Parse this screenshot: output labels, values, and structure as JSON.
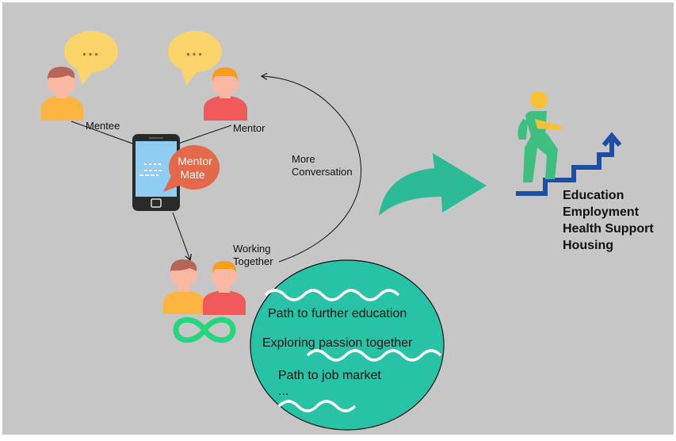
{
  "labels": {
    "mentee": "Mentee",
    "mentor": "Mentor",
    "app_line1": "Mentor",
    "app_line2": "Mate",
    "more_conv_line1": "More",
    "more_conv_line2": "Conversation",
    "working_line1": "Working",
    "working_line2": "Together"
  },
  "bubble_dots": "...",
  "paths": {
    "item1": "Path to further education",
    "item2": "Exploring passion together",
    "item3": "Path to job market",
    "more": "..."
  },
  "outcomes": [
    "Education",
    "Employment",
    "Health Support",
    "Housing"
  ],
  "colors": {
    "background": "#c6c6c6",
    "bubble": "#fcd46c",
    "dots": "#e8453c",
    "skin": "#fab8a3",
    "mentee_hair": "#b76459",
    "mentee_shirt": "#fbb540",
    "mentor_hair": "#f99d1d",
    "mentor_shirt": "#f15a5a",
    "teal": "#2ec0a0",
    "infinity": "#26d67e",
    "stairs": "#1f4fa5",
    "climber_shirt": "#3fbf7f",
    "climber_skin": "#f9c135",
    "phone_screen": "#90cdf4",
    "app_bubble": "#e4684a"
  },
  "icons": [
    "speech-bubble-icon",
    "mentee-icon",
    "mentor-icon",
    "phone-icon",
    "pair-icon",
    "infinity-icon",
    "arrow-icon",
    "climbing-stairs-icon"
  ]
}
